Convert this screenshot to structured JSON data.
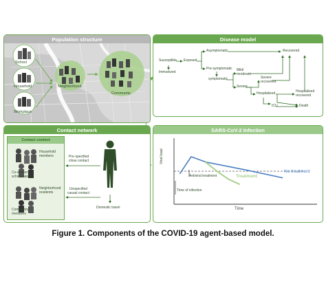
{
  "caption": "Figure 1. Components of the COVID-19 agent-based model.",
  "colors": {
    "panel_border": "#6aa84f",
    "title_bar": "#6aa84f",
    "title_bar_light": "#9bc98a",
    "disease_text": "#2f6b25",
    "viral_no_treatment": "#4a7fc1",
    "viral_treatment": "#a8d08d",
    "threshold": "#555555"
  },
  "population": {
    "title": "Population structure",
    "school": "School",
    "household": "Household",
    "workplace": "Workplace",
    "neighborhood": "Neighborhood",
    "community": "Community"
  },
  "disease": {
    "title": "Disease model",
    "susceptible": "Susceptible",
    "immunized": "Immunized",
    "exposed": "Exposed",
    "asymptomatic": "Asymptomatic",
    "recovered": "Recovered",
    "pre_symptomatic": "Pre-symptomatic",
    "symptomatic": "symptomatic",
    "mild_moderate": "Mild/\nmoderate",
    "severe": "Severe",
    "severe_recovered": "Severe\nrecovered",
    "hospitalized": "Hospitalized",
    "hospitalized_recovered": "Hospitalized\nrecovered",
    "icu": "ICU",
    "death": "Death"
  },
  "contact": {
    "title": "Contact network",
    "context_title": "Contact context",
    "household_members": "Household\nmembers",
    "coworkers": "Co-workers,\nschoolmates",
    "prespecified": "Pre-specified\nclose contact",
    "neighborhood_residents": "Neighborhood\nresidents",
    "community_members": "Community\nmembers",
    "unspecified": "Unspecified\ncasual contact",
    "domestic_travel": "Domestic travel"
  },
  "sars": {
    "title": "SARS-CoV-2 Infection",
    "ylabel": "Viral load",
    "xlabel": "Time",
    "antiviral": "Antiviral treatment",
    "time_of_infection": "Time of infection",
    "treatment": "Treatment",
    "no_treatment": "No treatment"
  },
  "chart_data": {
    "type": "line",
    "title": "SARS-CoV-2 Infection",
    "xlabel": "Time",
    "ylabel": "Viral load",
    "ylim": [
      0,
      1
    ],
    "xlim": [
      0,
      10
    ],
    "series": [
      {
        "name": "No treatment",
        "x": [
          0.4,
          1.2,
          2.2,
          5.0,
          7.6
        ],
        "y": [
          0.46,
          0.72,
          0.64,
          0.52,
          0.4
        ]
      },
      {
        "name": "Treatment",
        "x": [
          2.2,
          3.0,
          3.8,
          4.6
        ],
        "y": [
          0.64,
          0.5,
          0.38,
          0.3
        ]
      }
    ],
    "threshold": 0.5,
    "grid": false
  }
}
